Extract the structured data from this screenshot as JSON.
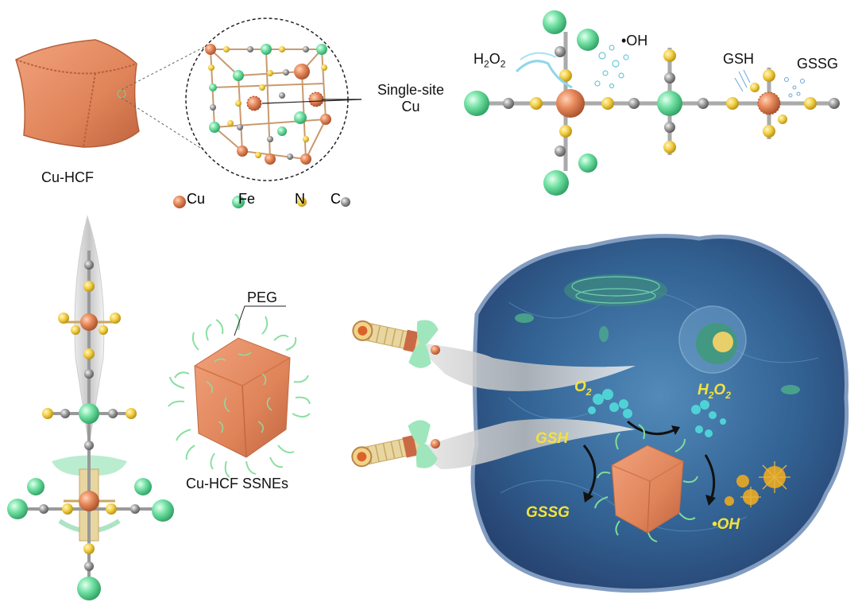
{
  "panels": {
    "top_left": {
      "crystal_label": "Cu-HCF"
    },
    "lattice": {
      "callout": "Single-site Cu",
      "callout_line1": "Single-site",
      "callout_line2": "Cu"
    },
    "reaction_chain": {
      "h2o2": "H",
      "h2o2_sub1": "2",
      "h2o2_o": "O",
      "h2o2_sub2": "2",
      "oh": "•OH",
      "gsh": "GSH",
      "gssg": "GSSG"
    },
    "legend": [
      {
        "label": "Cu",
        "color": "#e38a5e"
      },
      {
        "label": "Fe",
        "color": "#6fe0a0"
      },
      {
        "label": "N",
        "color": "#f0cc3c"
      },
      {
        "label": "C",
        "color": "#9a9a9a"
      }
    ],
    "nanoparticle": {
      "peg_label": "PEG",
      "name": "Cu-HCF SSNEs"
    },
    "cell": {
      "o2": "O",
      "o2_sub": "2",
      "h2o2": "H",
      "h2o2_sub1": "2",
      "h2o2_o": "O",
      "h2o2_sub2": "2",
      "gsh": "GSH",
      "gssg": "GSSG",
      "oh": "•OH"
    }
  },
  "colors": {
    "cu": "#e38a5e",
    "fe": "#6fe0a0",
    "n": "#f0cc3c",
    "c": "#9a9a9a",
    "cell_fill": "#2c5f93",
    "cell_edge": "#8aa4c6",
    "italic_text": "#f4e23a"
  }
}
